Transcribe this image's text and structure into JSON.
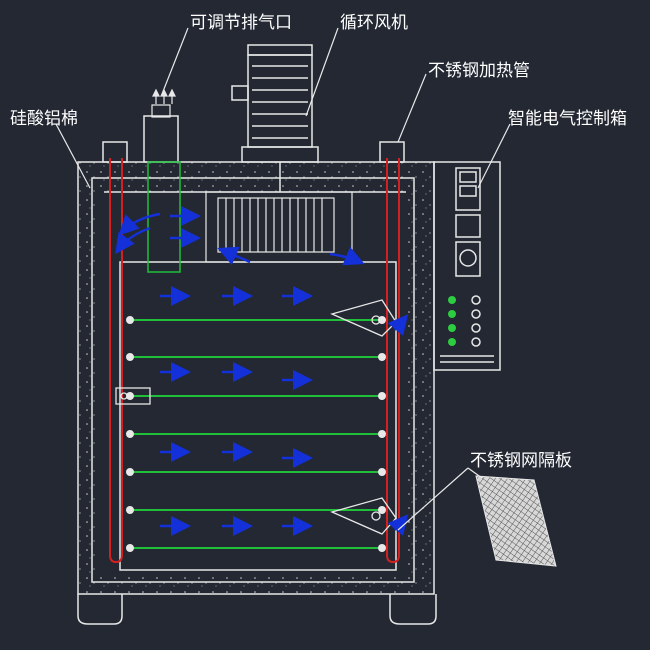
{
  "labels": {
    "exhaust_vent": "可调节排气口",
    "circulation_fan": "循环风机",
    "heating_tube": "不锈钢加热管",
    "insulation": "硅酸铝棉",
    "control_box": "智能电气控制箱",
    "mesh_shelf": "不锈钢网隔板"
  },
  "colors": {
    "background": "#232833",
    "line": "#e8e8e8",
    "heater": "#d32020",
    "shelf": "#1fbf3a",
    "airflow": "#1430d8",
    "indicator": "#2ecc40"
  }
}
